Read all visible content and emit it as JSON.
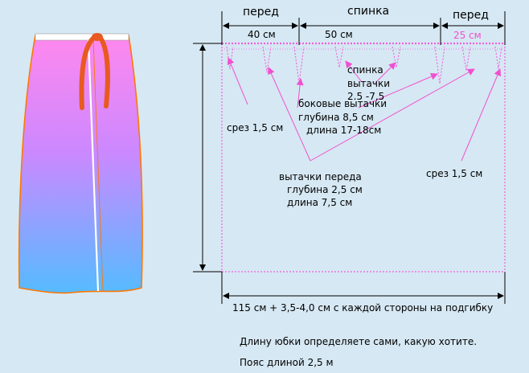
{
  "headers": {
    "front_left": "перед",
    "back": "спинка",
    "front_right": "перед"
  },
  "dims": {
    "front_left_width": "40 см",
    "back_width": "50 см",
    "front_right_width": "25 см"
  },
  "notes": {
    "back_darts_line1": "спинка",
    "back_darts_line2": "вытачки",
    "back_darts_line3": "2.5 -7,5",
    "side_darts_line1": "боковые вытачки",
    "side_darts_line2": "глубина 8,5 см",
    "side_darts_line3": "длина 17-18см",
    "cut_left": "срез 1,5 см",
    "cut_right": "срез 1,5 см",
    "front_darts_line1": "вытачки переда",
    "front_darts_line2": "глубина 2,5 см",
    "front_darts_line3": "длина 7,5 см"
  },
  "bottom": {
    "width_label": "115 см + 3,5-4,0 см с каждой стороны на подгибку",
    "length_note": "Длину юбки определяете сами, какую хотите.",
    "belt_note": "Пояс длиной 2,5 м"
  },
  "colors": {
    "background": "#d6e8f3",
    "pattern_outline": "#f060e0",
    "arrow": "#f050d0",
    "skirt_top": "#ff88ee",
    "skirt_bottom": "#55bbff",
    "skirt_outline": "#ff7700",
    "tie": "#e85a20"
  }
}
